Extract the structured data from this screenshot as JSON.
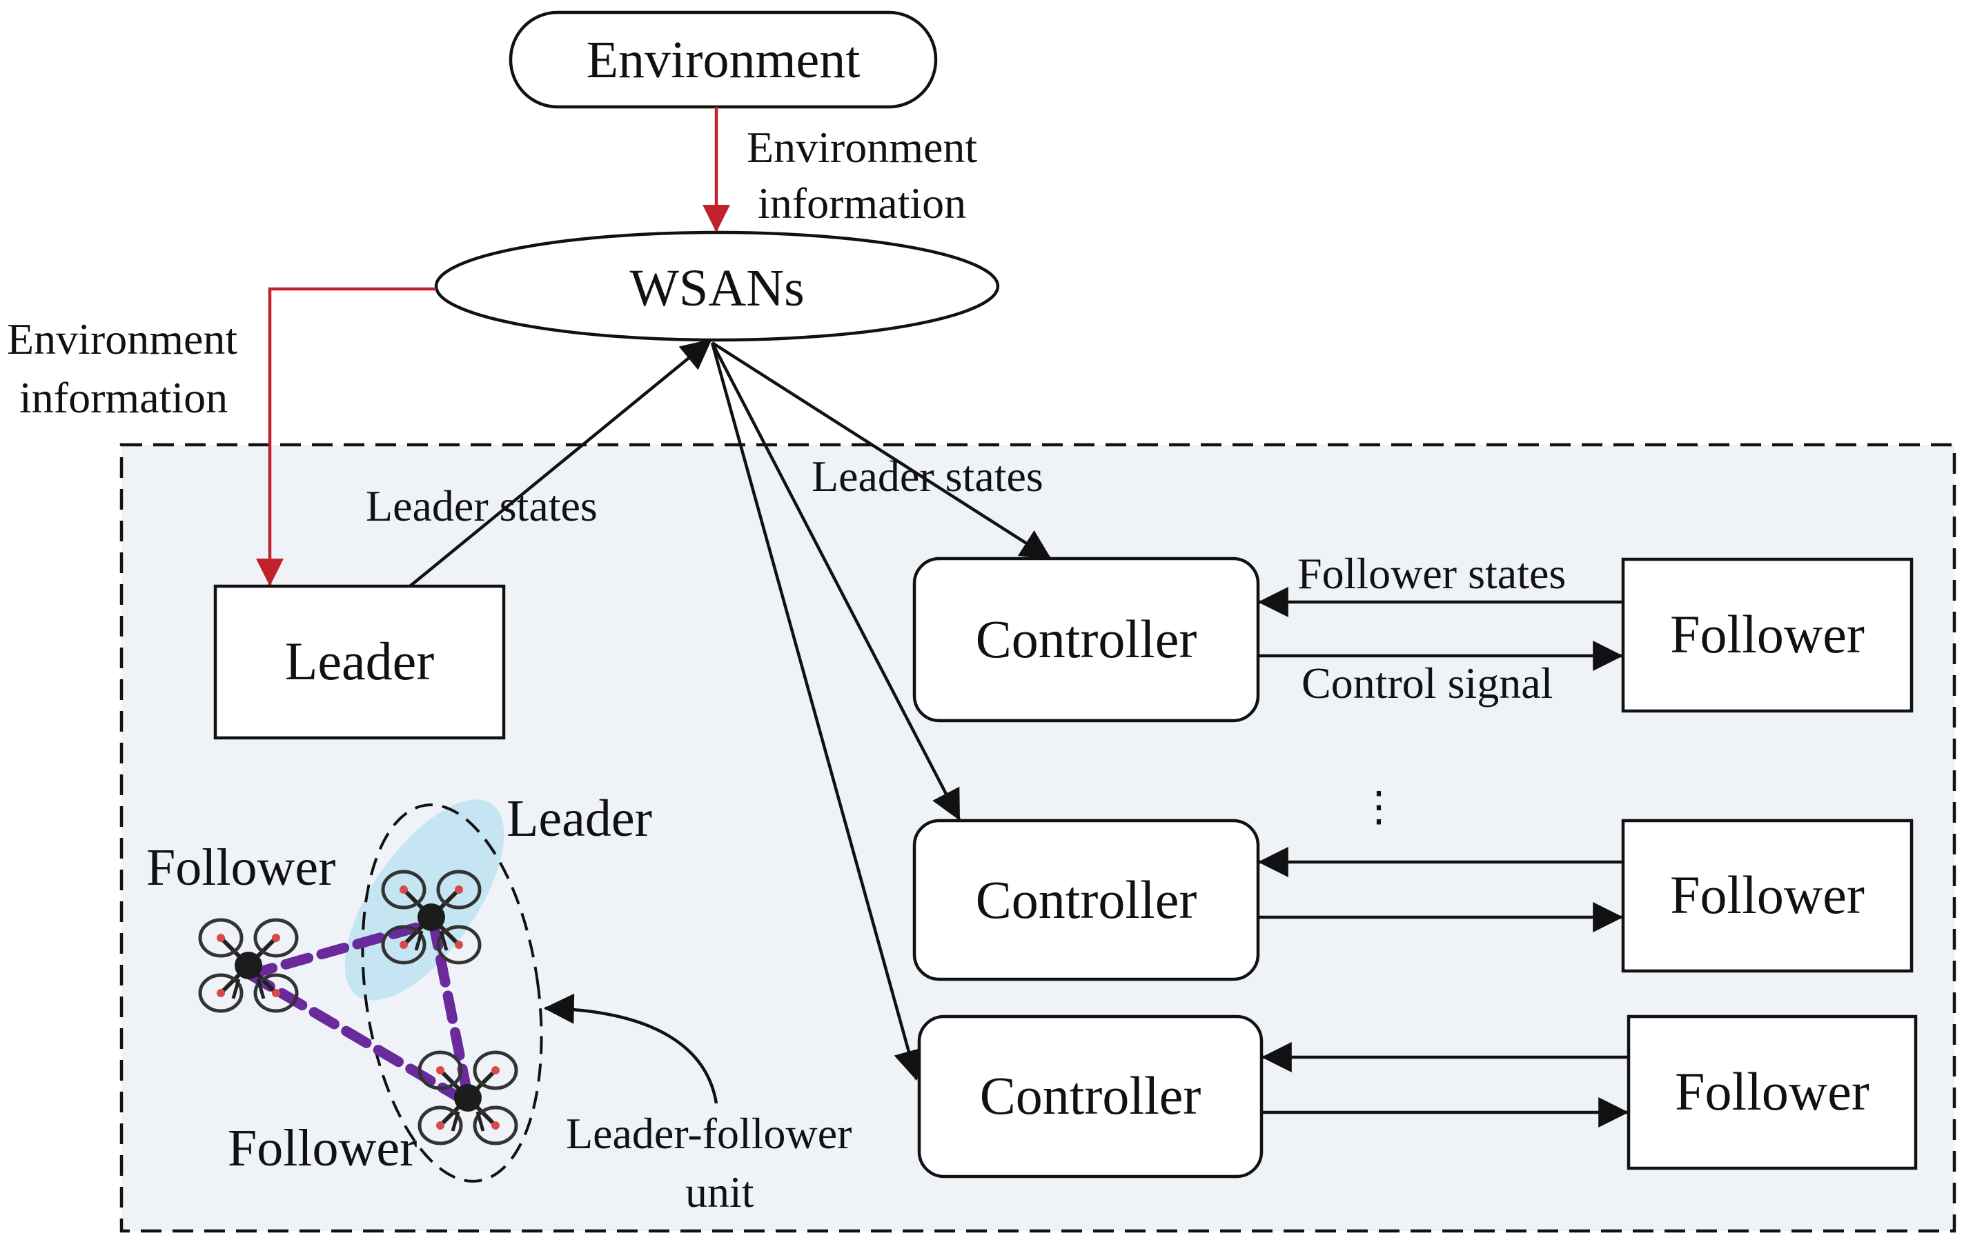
{
  "nodes": {
    "environment": "Environment",
    "wsans": "WSANs",
    "leader": "Leader",
    "controller_1": "Controller",
    "controller_2": "Controller",
    "controller_3": "Controller",
    "follower_1": "Follower",
    "follower_2": "Follower",
    "follower_3": "Follower"
  },
  "edge_labels": {
    "env_to_wsans": [
      "Environment",
      "information"
    ],
    "wsans_to_leader": [
      "Environment",
      "information"
    ],
    "leader_to_wsans": "Leader states",
    "wsans_to_controller": "Leader states",
    "follower_to_controller": "Follower states",
    "controller_to_follower": "Control signal",
    "ellipsis": "⋮"
  },
  "illustration": {
    "leader_label": "Leader",
    "follower_label_top": "Follower",
    "follower_label_bottom": "Follower",
    "unit_label": [
      "Leader-follower",
      "unit"
    ]
  },
  "colors": {
    "info_arrow": "#c0212a",
    "line": "#111111",
    "region_fill": "#eff3f8",
    "formation_link": "#6a2a9c",
    "leader_highlight": "#bfe3f0"
  },
  "icons": {
    "uav": "quadcopter-drone-icon"
  }
}
